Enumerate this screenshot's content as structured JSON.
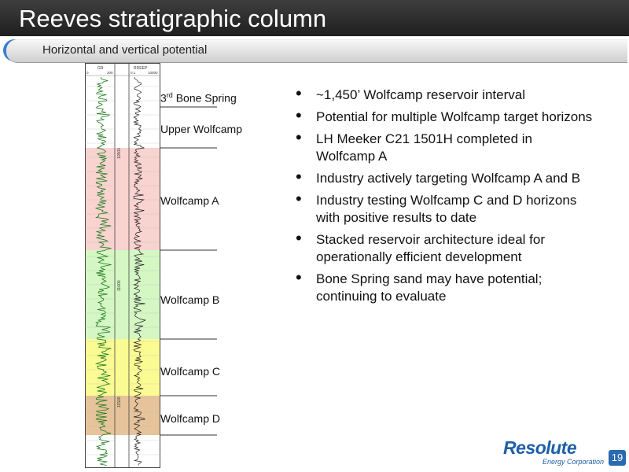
{
  "header": {
    "title": "Reeves stratigraphic column",
    "subtitle": "Horizontal and vertical potential"
  },
  "log": {
    "track1_header": "GR",
    "track1_scale_min": "0",
    "track1_scale_max": "200",
    "track2_header": "RDEEP",
    "track2_scale_min": "0.1",
    "track2_scale_max": "10000",
    "depth_labels": [
      "10500",
      "11000",
      "11500"
    ],
    "zone_colors": {
      "wolfcamp_a": "#f9d3d0",
      "wolfcamp_b": "#d4f7c4",
      "wolfcamp_c": "#fbfb94",
      "wolfcamp_d": "#e6c39a"
    },
    "curve_color": "#1f7a1f"
  },
  "zones": {
    "bone_spring_base": "3",
    "bone_spring_sup": "rd",
    "bone_spring_rest": " Bone Spring",
    "upper_wolfcamp": "Upper Wolfcamp",
    "wolfcamp_a": "Wolfcamp A",
    "wolfcamp_b": "Wolfcamp B",
    "wolfcamp_c": "Wolfcamp C",
    "wolfcamp_d": "Wolfcamp D"
  },
  "bullets": [
    "~1,450’ Wolfcamp reservoir interval",
    "Potential for multiple Wolfcamp target horizons",
    "LH Meeker C21 1501H completed in Wolfcamp A",
    "Industry actively targeting Wolfcamp A and B",
    "Industry testing Wolfcamp C and D horizons with positive results to date",
    "Stacked reservoir architecture ideal for operationally efficient development",
    "Bone Spring sand may have potential; continuing to evaluate"
  ],
  "footer": {
    "logo_main": "Resolute",
    "logo_sub": "Energy Corporation",
    "page_number": "19",
    "brand_color": "#1d5fa8"
  }
}
